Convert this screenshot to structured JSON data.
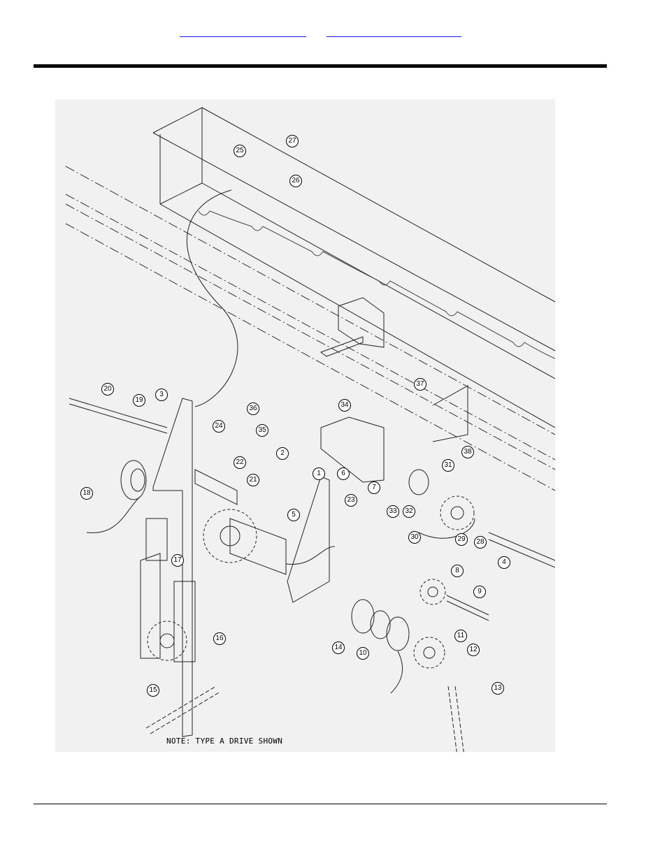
{
  "header": {
    "links": [
      {
        "label": ""
      },
      {
        "label": ""
      }
    ]
  },
  "diagram": {
    "note": "NOTE: TYPE A DRIVE SHOWN",
    "callouts": [
      "1",
      "2",
      "3",
      "4",
      "5",
      "6",
      "7",
      "8",
      "9",
      "10",
      "11",
      "12",
      "13",
      "14",
      "15",
      "16",
      "17",
      "18",
      "19",
      "20",
      "21",
      "22",
      "23",
      "24",
      "25",
      "26",
      "27",
      "28",
      "29",
      "30",
      "31",
      "32",
      "33",
      "34",
      "35",
      "36",
      "37",
      "38"
    ]
  }
}
